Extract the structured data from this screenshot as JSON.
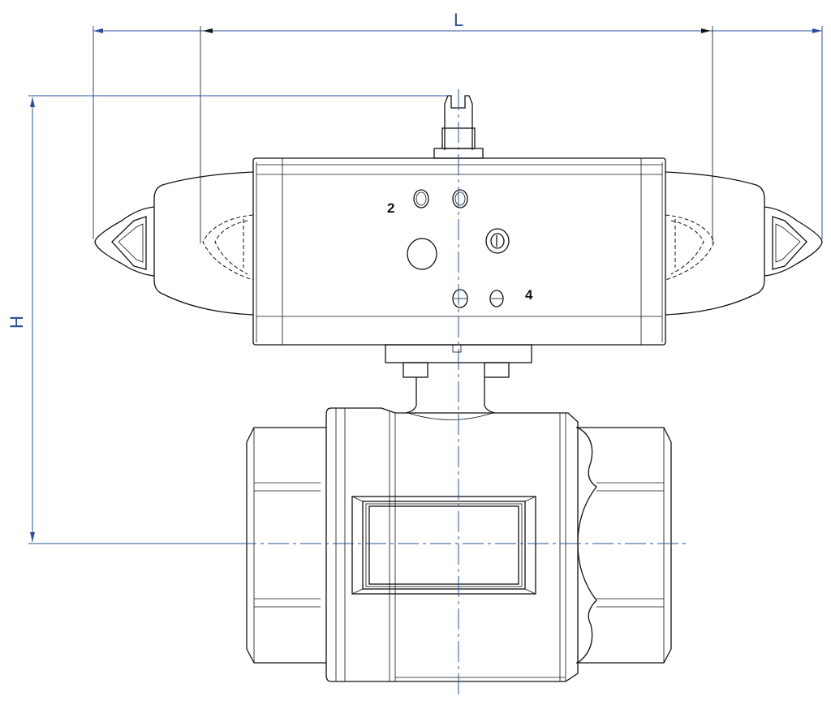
{
  "dimensions": {
    "length_label": "L",
    "height_label": "H"
  },
  "ports": {
    "port_a": "2",
    "port_b": "4"
  },
  "colors": {
    "dimension": "#2a4f9a",
    "outline": "#111111",
    "background": "#ffffff"
  }
}
